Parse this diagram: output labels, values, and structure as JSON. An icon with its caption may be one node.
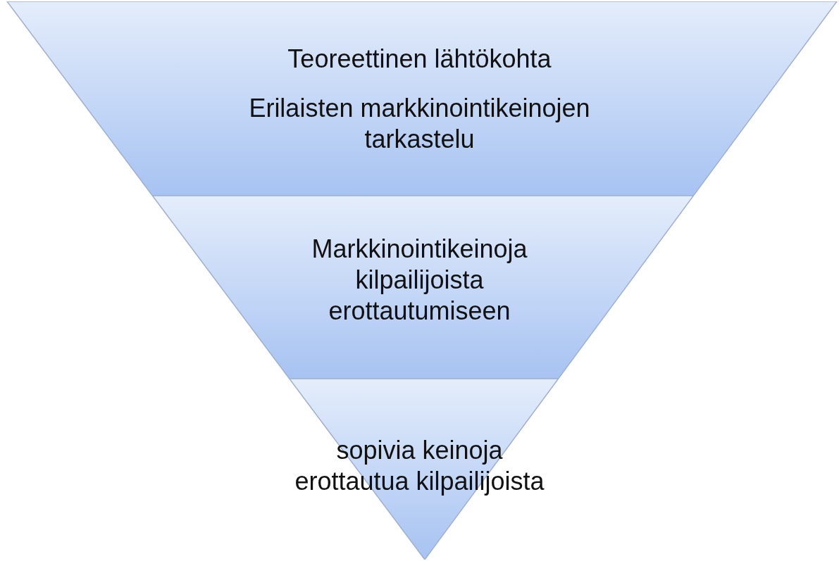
{
  "diagram": {
    "nodes": [
      {
        "text": [
          "Teoreettinen lähtökohta",
          "Erilaisten markkinointikeinojen tarkastelu"
        ]
      },
      {
        "text": [
          "Markkinointikeinoja kilpailijoista erottautumiseen"
        ]
      },
      {
        "text": [
          "sopivia keinoja erottautua kilpailijoista"
        ]
      }
    ]
  }
}
